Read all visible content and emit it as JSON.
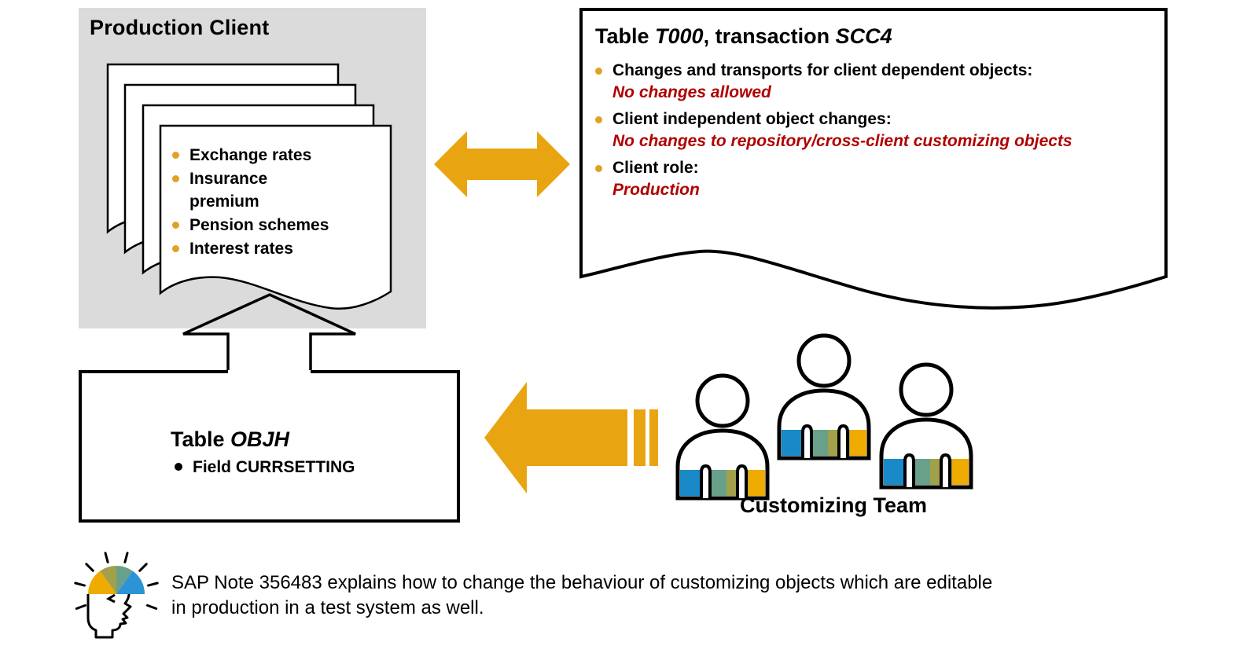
{
  "production_client": {
    "title": "Production Client",
    "document_items": [
      "Exchange rates",
      "Insurance premium",
      "Pension schemes",
      "Interest rates"
    ]
  },
  "t000": {
    "title": {
      "prefix": "Table ",
      "table": "T000",
      "middle": ", transaction ",
      "code": "SCC4"
    },
    "bullets": [
      {
        "label": "Changes and transports for client dependent objects:",
        "value": "No changes allowed"
      },
      {
        "label": "Client independent object changes:",
        "value": "No changes to repository/cross-client customizing objects"
      },
      {
        "label": "Client role:",
        "value": "Production"
      }
    ]
  },
  "objh": {
    "title_prefix": "Table ",
    "title_table": "OBJH",
    "bullet": "Field CURRSETTING"
  },
  "team": {
    "label": "Customizing Team"
  },
  "note": {
    "line1": "SAP Note 356483 explains how to change the behaviour of customizing objects which are editable",
    "line2": "in production in a test system as well."
  },
  "icons": {
    "document_stack": "stacked-documents-icon",
    "double_arrow": "double-headed-arrow-icon",
    "up_arrow": "block-arrow-up-icon",
    "left_arrow": "block-arrow-left-icon",
    "team": "three-people-icon",
    "idea": "idea-head-icon"
  },
  "colors": {
    "accent_gold": "#E9A412",
    "alert_red": "#B00000",
    "panel_gray": "#DBDBDB",
    "band_blue": "#1989C8",
    "band_teal": "#68A08A",
    "band_olive": "#A3A04C",
    "band_gold": "#F0AB00"
  }
}
